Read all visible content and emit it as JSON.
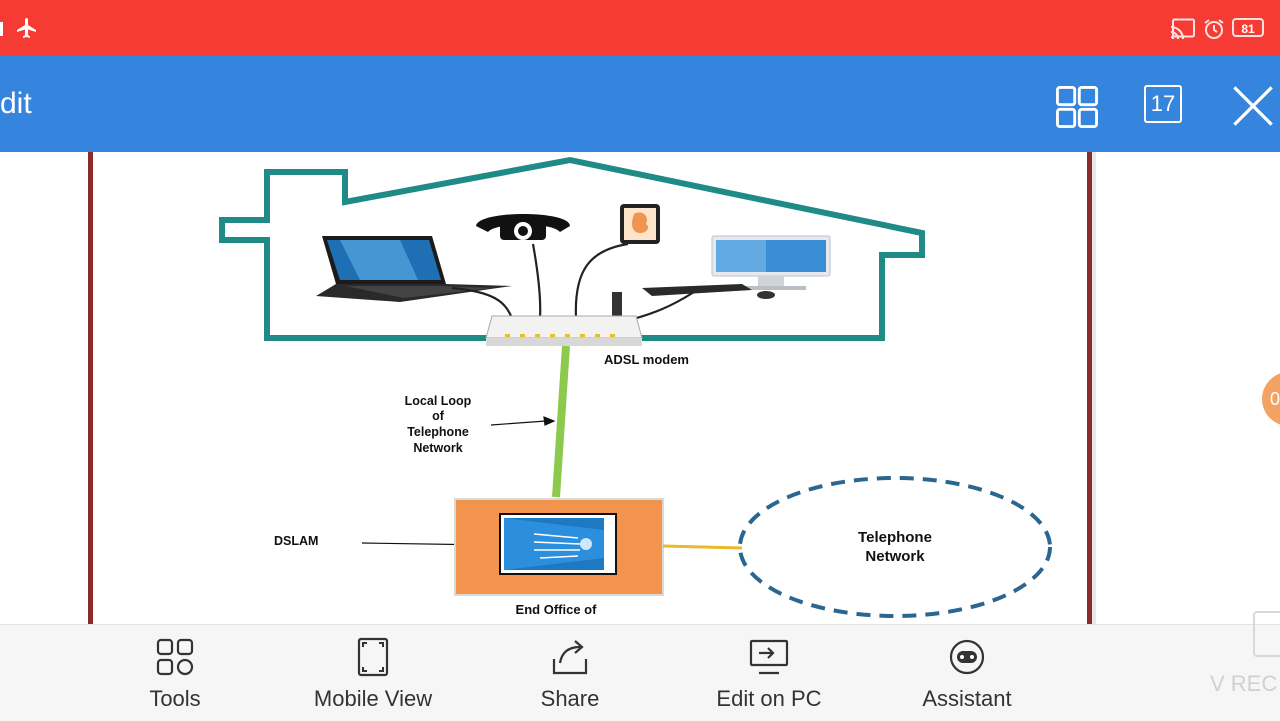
{
  "status_bar": {
    "battery": "81",
    "icons": [
      "airplane-mode-icon",
      "cast-icon",
      "alarm-icon",
      "battery-icon"
    ]
  },
  "header": {
    "title": "dit",
    "page_count": "17",
    "icons": [
      "grid-view-icon",
      "page-count-icon",
      "close-icon"
    ]
  },
  "diagram": {
    "modem_label": "ADSL modem",
    "local_loop_lines": [
      "Local Loop",
      "of",
      "Telephone",
      "Network"
    ],
    "dslam_label": "DSLAM",
    "end_office_label": "End Office of",
    "telephone_network_lines": [
      "Telephone",
      "Network"
    ],
    "colors": {
      "house": "#1f8a86",
      "local_loop": "#8cc94c",
      "dslam_box": "#f2944e",
      "link": "#e8b92a",
      "network_circle": "#2a6690"
    }
  },
  "floating_bubble": {
    "text": "0"
  },
  "toolbar": {
    "items": [
      {
        "label": "Tools",
        "icon": "tools-grid-icon"
      },
      {
        "label": "Mobile View",
        "icon": "mobile-view-icon"
      },
      {
        "label": "Share",
        "icon": "share-icon"
      },
      {
        "label": "Edit on PC",
        "icon": "edit-on-pc-icon"
      },
      {
        "label": "Assistant",
        "icon": "assistant-icon"
      }
    ]
  },
  "watermark": {
    "text": "V REC"
  }
}
